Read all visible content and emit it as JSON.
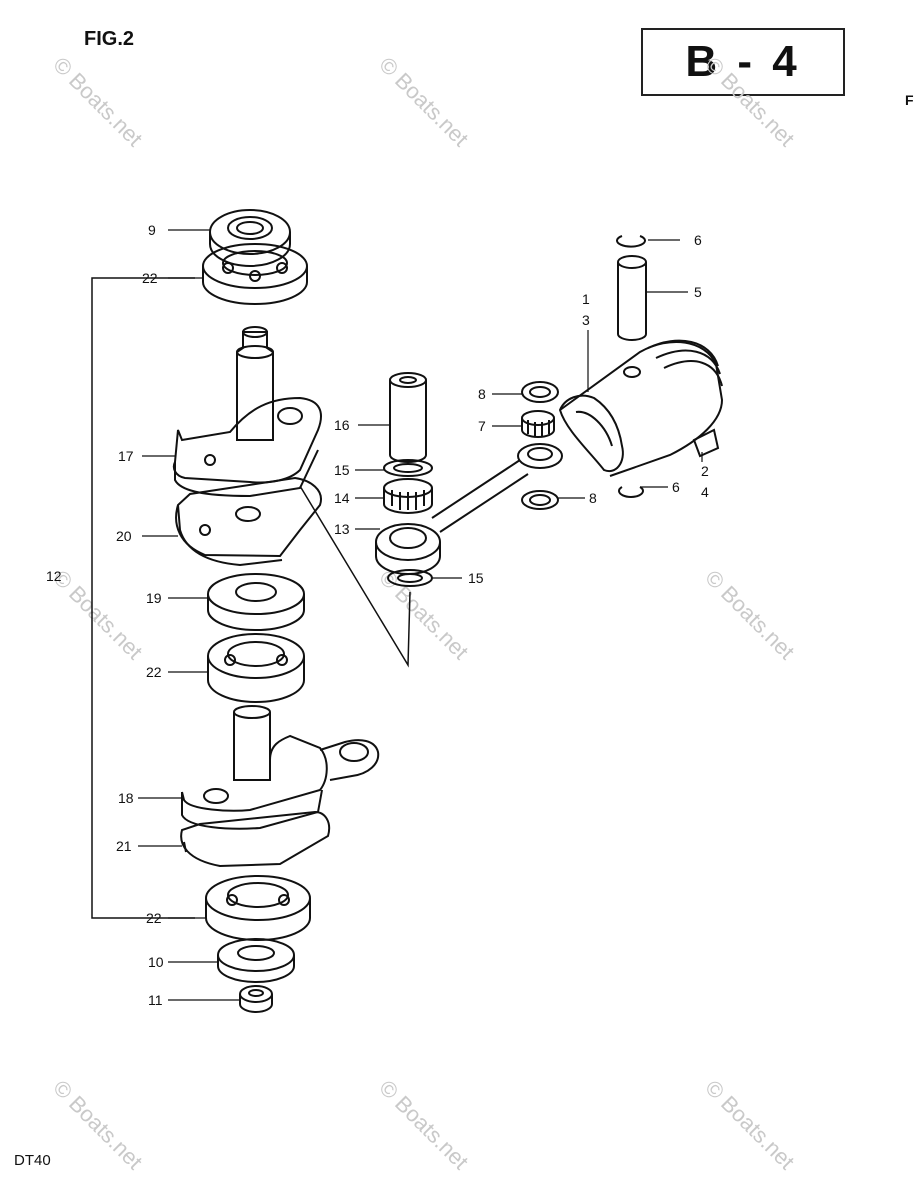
{
  "figure": {
    "title": "FIG.2",
    "section_code": "B - 4",
    "model": "DT40",
    "edge_mark": "F"
  },
  "watermark": {
    "text": "© Boats.net"
  },
  "callouts": {
    "c9": "9",
    "c22a": "22",
    "c17": "17",
    "c20": "20",
    "c12": "12",
    "c19": "19",
    "c22b": "22",
    "c18": "18",
    "c21": "21",
    "c22c": "22",
    "c10": "10",
    "c11": "11",
    "c16": "16",
    "c15a": "15",
    "c14": "14",
    "c13": "13",
    "c15b": "15",
    "c8a": "8",
    "c7": "7",
    "c8b": "8",
    "c6a": "6",
    "c5": "5",
    "c1": "1",
    "c3": "3",
    "c2": "2",
    "c4": "4",
    "c6b": "6"
  }
}
